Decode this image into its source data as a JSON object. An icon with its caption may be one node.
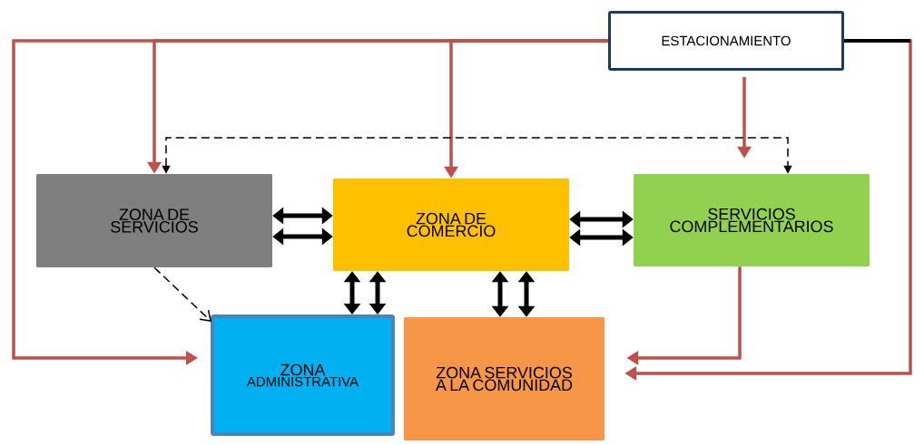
{
  "diagram": {
    "nodes": [
      {
        "text": [
          "ESTACIONAMIENTO"
        ]
      },
      {
        "text": [
          "ZONA DE SERVICIOS"
        ]
      },
      {
        "text": [
          "ZONA DE COMERCIO"
        ]
      },
      {
        "text": [
          "SERVICIOS COMPLEMENTARIOS"
        ]
      },
      {
        "text": [
          "ZONA",
          "ADMINISTRATIVA"
        ]
      },
      {
        "text": [
          "ZONA SERVICIOS A LA COMUNIDAD"
        ]
      }
    ],
    "edges": [
      {
        "from": 0,
        "to": 1,
        "arrow": "to",
        "color": "#c0504d"
      },
      {
        "from": 0,
        "to": 2,
        "arrow": "to",
        "color": "#c0504d"
      },
      {
        "from": 0,
        "to": 4,
        "arrow": "to",
        "color": "#c0504d"
      },
      {
        "from": 0,
        "to": 3,
        "arrow": "to",
        "color": "#c0504d"
      },
      {
        "from": 0,
        "to": 5,
        "arrow": "to",
        "color": "#c0504d"
      },
      {
        "from": 3,
        "to": 5,
        "arrow": "to",
        "color": "#c0504d"
      },
      {
        "from": 1,
        "to": 3,
        "arrow": "both",
        "style": "dashed"
      },
      {
        "from": 1,
        "to": 4,
        "arrow": "to",
        "style": "dashed"
      },
      {
        "from": 1,
        "to": 2,
        "arrow": "both"
      },
      {
        "from": 1,
        "to": 2,
        "arrow": "both"
      },
      {
        "from": 2,
        "to": 3,
        "arrow": "both"
      },
      {
        "from": 2,
        "to": 3,
        "arrow": "both"
      },
      {
        "from": 2,
        "to": 4,
        "arrow": "both"
      },
      {
        "from": 2,
        "to": 4,
        "arrow": "both"
      },
      {
        "from": 2,
        "to": 5,
        "arrow": "both"
      },
      {
        "from": 2,
        "to": 5,
        "arrow": "both"
      }
    ]
  }
}
